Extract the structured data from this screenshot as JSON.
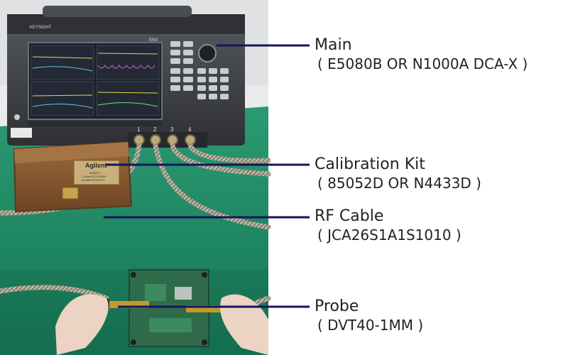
{
  "analyzer": {
    "brand": "KEYSIGHT",
    "model": "ENA",
    "ports": [
      "1",
      "2",
      "3",
      "4"
    ]
  },
  "cal_kit_box": {
    "brand": "Agilent",
    "line1": "85052 D",
    "line2": "3.5mm ECONOMY",
    "line3": "CALIBRATION KIT"
  },
  "callouts": [
    {
      "name": "Main",
      "model": "( E5080B OR N1000A DCA-X )"
    },
    {
      "name": "Calibration Kit",
      "model": "( 85052D OR N4433D )"
    },
    {
      "name": "RF Cable",
      "model": "( JCA26S1A1S1010 )"
    },
    {
      "name": "Probe",
      "model": "( DVT40-1MM )"
    }
  ],
  "colors": {
    "leader_line": "#14145a",
    "mat_green": "#1f8a63",
    "wood": "#8a5a32",
    "instrument": "#3c3f44",
    "label_text": "#222222"
  }
}
